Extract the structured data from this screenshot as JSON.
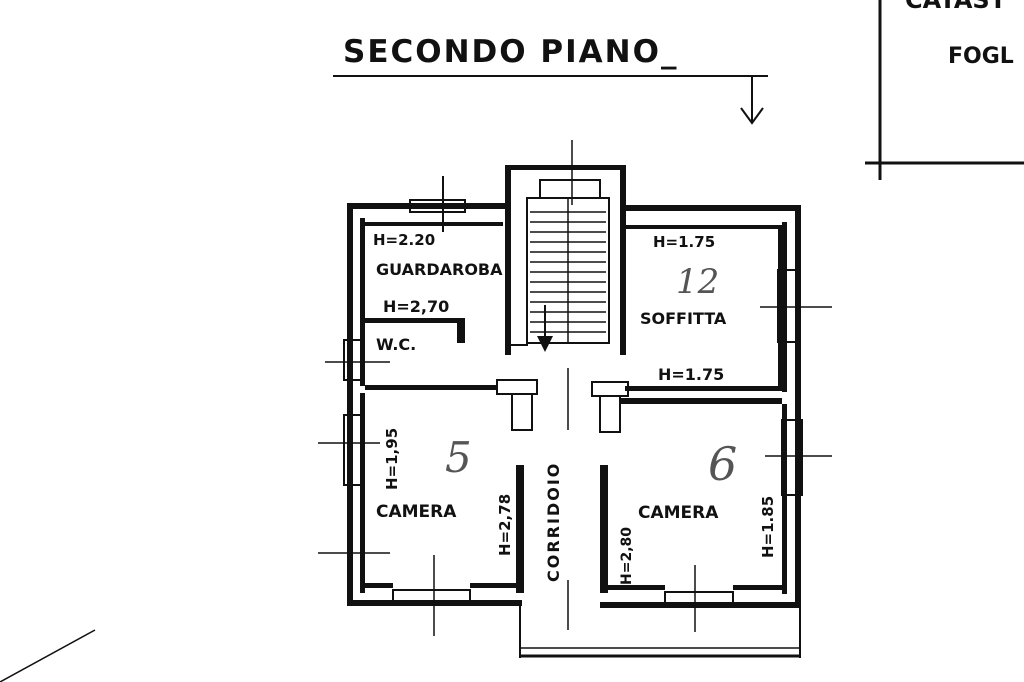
{
  "header": {
    "title": "SECONDO PIANO_"
  },
  "corner_box": {
    "line1": "CATAST",
    "line2": "FOGL"
  },
  "rooms": {
    "guardaroba": {
      "name": "GUARDAROBA",
      "height": "H=2.20"
    },
    "wc": {
      "name": "W.C.",
      "height": "H=2,70"
    },
    "soffitta": {
      "name": "SOFFITTA",
      "height_top": "H=1.75",
      "height_bottom": "H=1.75"
    },
    "camera_left": {
      "name": "CAMERA",
      "height_side": "H=1,95",
      "height_inner": "H=2,78"
    },
    "camera_right": {
      "name": "CAMERA",
      "height_inner": "H=2,80",
      "height_side": "H=1.85"
    },
    "corridoio": {
      "name": "CORRIDOIO"
    }
  },
  "handwritten": {
    "n12": "12",
    "n5": "5",
    "n6": "6"
  }
}
